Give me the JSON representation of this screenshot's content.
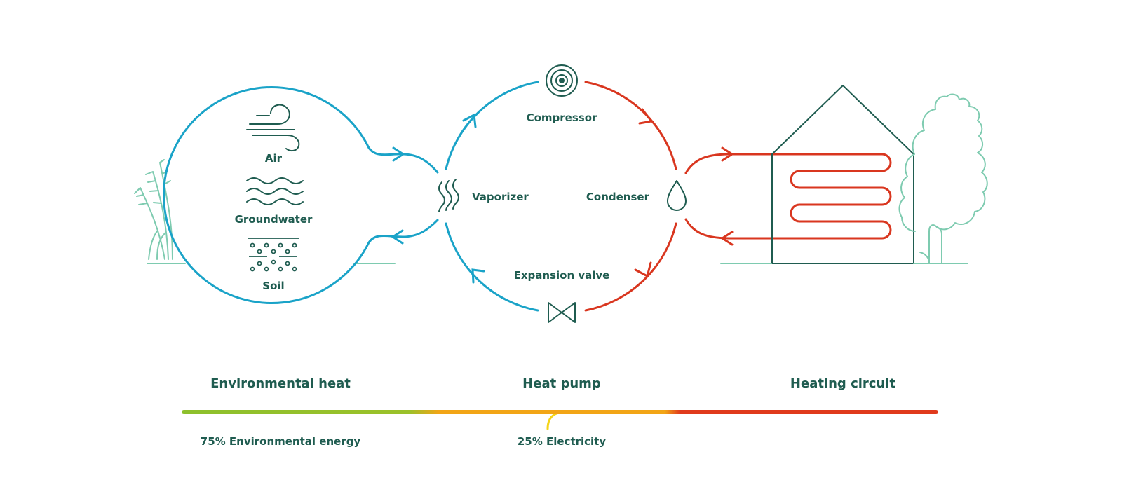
{
  "colors": {
    "blue": "#1aa3c8",
    "red": "#d9361f",
    "dark": "#1f5c50",
    "light_green": "#7ecbb0",
    "bar_green": "#8dc02c",
    "bar_orange": "#f2a516",
    "bar_red": "#e03a1c",
    "bar_yellow": "#f5d518"
  },
  "sources": {
    "air": "Air",
    "groundwater": "Groundwater",
    "soil": "Soil"
  },
  "cycle": {
    "compressor": "Compressor",
    "vaporizer": "Vaporizer",
    "condenser": "Condenser",
    "expansion_valve": "Expansion valve"
  },
  "sections": {
    "environmental_heat": "Environmental heat",
    "heat_pump": "Heat pump",
    "heating_circuit": "Heating circuit"
  },
  "energy_bar": {
    "environmental_share": 0.75,
    "electricity_share": 0.25,
    "environmental_label": "75% Environmental energy",
    "electricity_label": "25% Electricity"
  },
  "icons": [
    "wind-icon",
    "wave-icon",
    "soil-icon",
    "compressor-icon",
    "vaporizer-heat-icon",
    "droplet-icon",
    "valve-icon",
    "house-icon",
    "tree-icon",
    "grass-icon"
  ]
}
